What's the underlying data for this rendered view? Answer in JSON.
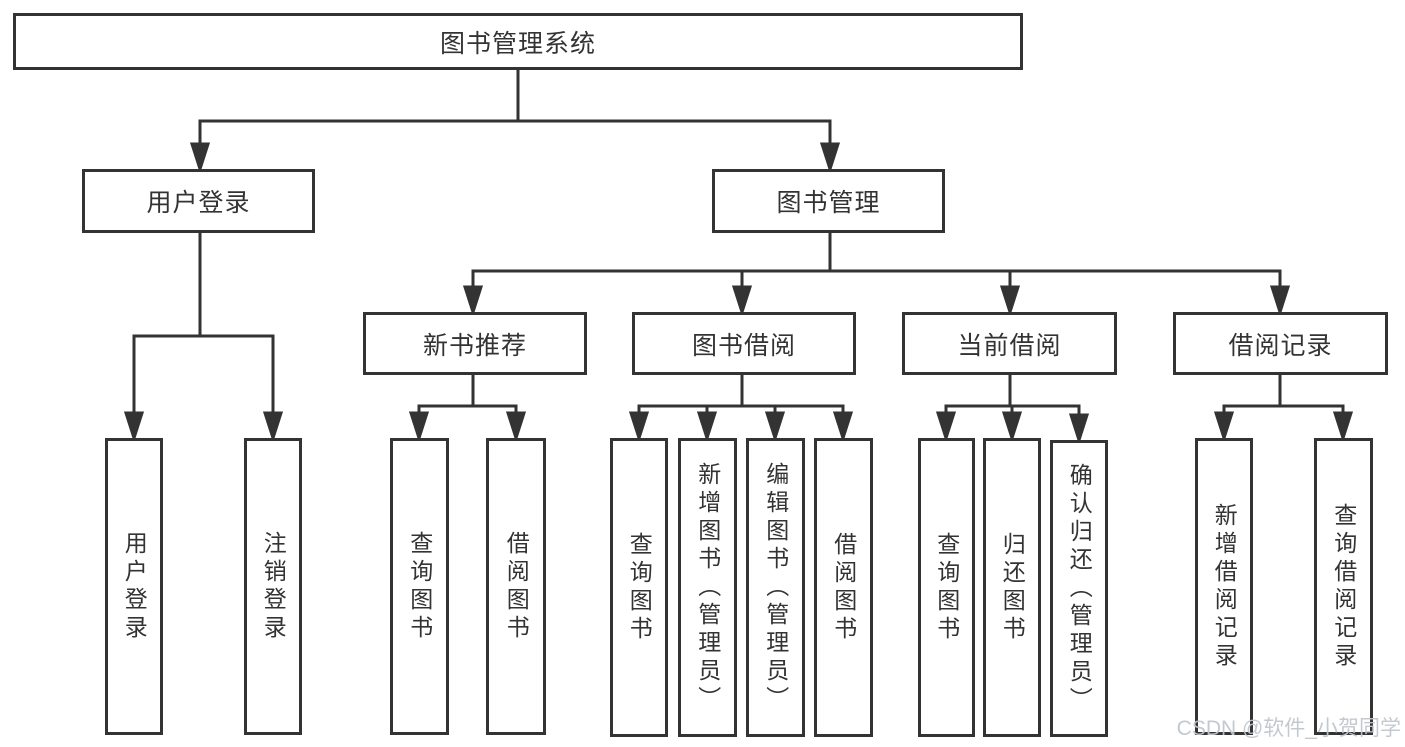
{
  "title": "图书管理系统",
  "colors": {
    "line": "#333333",
    "box_border": "#333333",
    "box_background": "#ffffff",
    "text": "#333333",
    "watermark": "#c1c6ce"
  },
  "nodes": {
    "root": "图书管理系统",
    "user_login": "用户登录",
    "book_mgmt": "图书管理",
    "new_book_rec": "新书推荐",
    "book_borrow": "图书借阅",
    "current_borrow": "当前借阅",
    "borrow_record": "借阅记录",
    "ul_user_login": "用户登录",
    "ul_logout": "注销登录",
    "nb_query_book": "查询图书",
    "nb_borrow_book": "借阅图书",
    "bb_query_book": "查询图书",
    "bb_add_book": "新增图书（管理员）",
    "bb_edit_book": "编辑图书（管理员）",
    "bb_borrow_book": "借阅图书",
    "cb_query_book": "查询图书",
    "cb_return_book": "归还图书",
    "cb_confirm_return": "确认归还（管理员）",
    "br_add_record": "新增借阅记录",
    "br_query_record": "查询借阅记录"
  },
  "watermark": "CSDN @软件_小贺同学"
}
